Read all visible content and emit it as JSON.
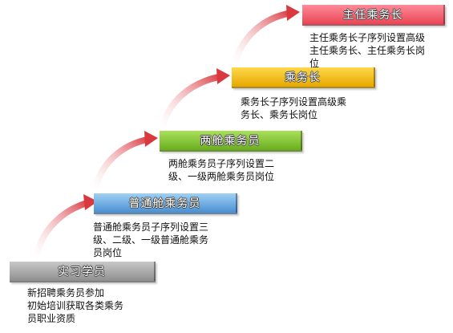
{
  "stages": [
    {
      "label": "实习学员",
      "description": "新招聘乘务员参加\n初始培训获取各类乘务\n员职业资质",
      "color": "#a8a8a8"
    },
    {
      "label": "普通舱乘务员",
      "description": "普通舱乘务员子序列设置三\n级、二级、一级普通舱乘务\n员岗位",
      "color": "#6aaee6"
    },
    {
      "label": "两舱乘务员",
      "description": "两舱乘务员子序列设置二\n级、一级两舱乘务员岗位",
      "color": "#8ccb3a"
    },
    {
      "label": "乘务长",
      "description": "乘务长子序列设置高级乘\n务长、乘务长岗位",
      "color": "#f5c11c"
    },
    {
      "label": "主任乘务长",
      "description": "主任乘务长子序列设置高级\n主任乘务长、主任乘务长岗\n位",
      "color": "#f3606e"
    }
  ],
  "arrow_color": "#d9383f"
}
